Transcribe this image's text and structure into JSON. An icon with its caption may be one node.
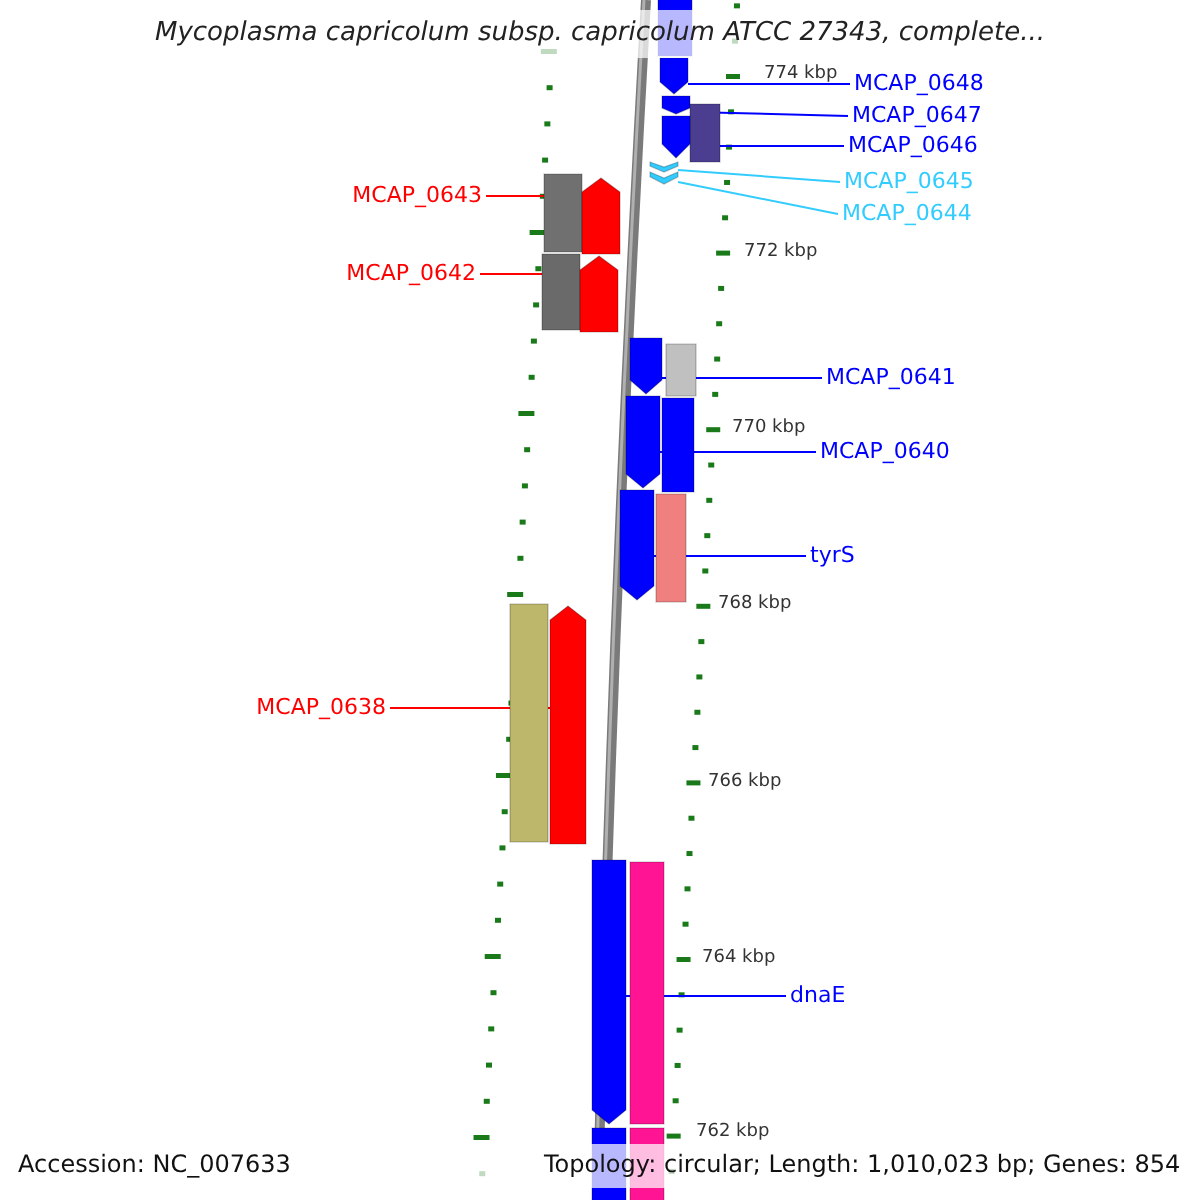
{
  "diagram": {
    "title": "Mycoplasma capricolum subsp. capricolum ATCC 27343, complete...",
    "nodes": [
      {
        "text": [
          "MCAP_0648"
        ]
      },
      {
        "text": [
          "MCAP_0647"
        ]
      },
      {
        "text": [
          "MCAP_0646"
        ]
      },
      {
        "text": [
          "MCAP_0645"
        ]
      },
      {
        "text": [
          "MCAP_0644"
        ]
      },
      {
        "text": [
          "MCAP_0643"
        ]
      },
      {
        "text": [
          "MCAP_0642"
        ]
      },
      {
        "text": [
          "MCAP_0641"
        ]
      },
      {
        "text": [
          "MCAP_0640"
        ]
      },
      {
        "text": [
          "tyrS"
        ]
      },
      {
        "text": [
          "MCAP_0638"
        ]
      },
      {
        "text": [
          "dnaE"
        ]
      },
      {
        "text": [],
        "shape": "box"
      },
      {
        "text": [],
        "shape": "bar"
      },
      {
        "text": [],
        "shape": "bar"
      },
      {
        "text": [],
        "shape": "box"
      },
      {
        "text": [],
        "shape": "bar"
      },
      {
        "text": [],
        "shape": "chevron"
      },
      {
        "text": [],
        "shape": "chevron"
      },
      {
        "text": [],
        "shape": "box"
      },
      {
        "text": [],
        "shape": "bar"
      },
      {
        "text": [],
        "shape": "box"
      },
      {
        "text": [],
        "shape": "bar"
      },
      {
        "text": [],
        "shape": "bar"
      },
      {
        "text": [],
        "shape": "box"
      },
      {
        "text": [],
        "shape": "bar"
      },
      {
        "text": [],
        "shape": "box"
      },
      {
        "text": [],
        "shape": "bar"
      },
      {
        "text": [],
        "shape": "box"
      },
      {
        "text": [],
        "shape": "box"
      },
      {
        "text": [],
        "shape": "bar"
      },
      {
        "text": [],
        "shape": "bar"
      },
      {
        "text": [],
        "shape": "box"
      },
      {
        "text": [],
        "shape": "box"
      },
      {
        "text": [],
        "shape": "box"
      }
    ],
    "edges": [
      {
        "from": 0,
        "to": 13,
        "arrow": "none"
      },
      {
        "from": 1,
        "to": 14,
        "arrow": "none"
      },
      {
        "from": 2,
        "to": 16,
        "arrow": "none"
      },
      {
        "from": 3,
        "to": 17,
        "arrow": "none",
        "color": "#33ccff"
      },
      {
        "from": 4,
        "to": 18,
        "arrow": "none",
        "color": "#33ccff"
      },
      {
        "from": 5,
        "to": 20,
        "arrow": "none",
        "color": "#ff0000"
      },
      {
        "from": 6,
        "to": 22,
        "arrow": "none",
        "color": "#ff0000"
      },
      {
        "from": 7,
        "to": 23,
        "arrow": "none"
      },
      {
        "from": 8,
        "to": 25,
        "arrow": "none"
      },
      {
        "from": 9,
        "to": 27,
        "arrow": "none"
      },
      {
        "from": 10,
        "to": 30,
        "arrow": "none",
        "color": "#ff0000"
      },
      {
        "from": 11,
        "to": 31,
        "arrow": "none"
      }
    ],
    "labels": [
      "774 kbp",
      "772 kbp",
      "770 kbp",
      "768 kbp",
      "766 kbp",
      "764 kbp",
      "762 kbp",
      "Accession: NC_007633",
      "Topology: circular; Length: 1,010,023 bp; Genes: 854"
    ]
  }
}
